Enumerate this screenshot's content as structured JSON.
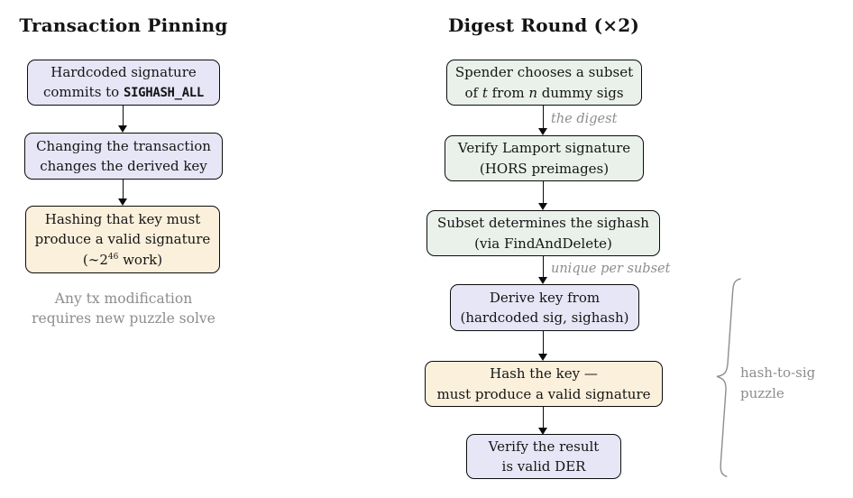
{
  "colors": {
    "lavender": "#e6e6f7",
    "mint": "#e9f1ea",
    "peach": "#fbf0dc",
    "gray": "#8d8d8d"
  },
  "left": {
    "title": "Transaction Pinning",
    "box_hardcoded": {
      "line1": "Hardcoded signature",
      "line2_pre": "commits to ",
      "line2_code": "SIGHASH_ALL"
    },
    "box_changing": {
      "line1": "Changing the transaction",
      "line2": "changes the derived key"
    },
    "box_hashing": {
      "line1": "Hashing that key must",
      "line2": "produce a valid signature",
      "line3_pre": "(∼2",
      "line3_sup": "46",
      "line3_post": " work)"
    },
    "note_line1": "Any tx modification",
    "note_line2": "requires new puzzle solve"
  },
  "right": {
    "title": "Digest Round (×2)",
    "box_spender": {
      "line1": "Spender chooses a subset",
      "line2_pre": "of ",
      "line2_t": "t",
      "line2_mid": " from ",
      "line2_n": "n",
      "line2_post": " dummy sigs"
    },
    "label_digest": "the digest",
    "box_lamport": {
      "line1": "Verify Lamport signature",
      "line2": "(HORS preimages)"
    },
    "box_subset": {
      "line1": "Subset determines the sighash",
      "line2": "(via FindAndDelete)"
    },
    "label_unique": "unique per subset",
    "box_derive": {
      "line1": "Derive key from",
      "line2": "(hardcoded sig, sighash)"
    },
    "box_hash": {
      "line1": "Hash the key —",
      "line2": "must produce a valid signature"
    },
    "box_der": {
      "line1": "Verify the result",
      "line2": "is valid DER"
    },
    "brace_label_line1": "hash-to-sig",
    "brace_label_line2": "puzzle"
  }
}
